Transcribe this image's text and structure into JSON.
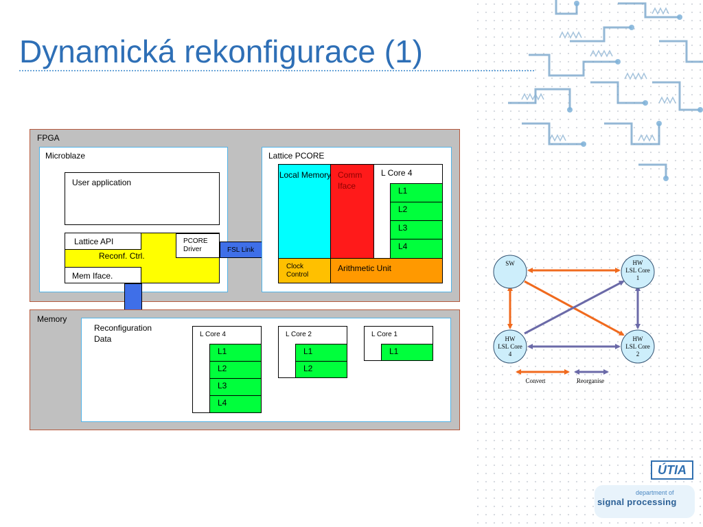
{
  "title": "Dynamická rekonfigurace (1)",
  "fpga": {
    "label": "FPGA",
    "microblaze": {
      "label": "Microblaze",
      "user_application": "User application",
      "lattice_api": "Lattice API",
      "reconf_ctrl": "Reconf. Ctrl.",
      "mem_iface": "Mem Iface.",
      "pcore_driver": "PCORE Driver"
    },
    "fsl_link": "FSL Link",
    "lattice_pcore": {
      "label": "Lattice PCORE",
      "local_memory": "Local Memory",
      "comm_iface": "Comm Iface",
      "l_core_label": "L Core 4",
      "layers": [
        "L1",
        "L2",
        "L3",
        "L4"
      ],
      "clock_control": "Clock Control",
      "arithmetic_unit": "Arithmetic Unit"
    }
  },
  "memory": {
    "label": "Memory",
    "reconfiguration_data": "Reconfiguration Data",
    "cores": [
      {
        "label": "L Core 4",
        "layers": [
          "L1",
          "L2",
          "L3",
          "L4"
        ]
      },
      {
        "label": "L Core 2",
        "layers": [
          "L1",
          "L2"
        ]
      },
      {
        "label": "L Core 1",
        "layers": [
          "L1"
        ]
      }
    ]
  },
  "graph": {
    "nodes": {
      "sw": "SW",
      "hw1": [
        "HW",
        "LSL Core",
        "1"
      ],
      "hw4": [
        "HW",
        "LSL Core",
        "4"
      ],
      "hw2": [
        "HW",
        "LSL Core",
        "2"
      ]
    },
    "legend": {
      "convert": "Convert",
      "reorganise": "Reorganise"
    },
    "colors": {
      "convert": "#f06a1e",
      "reorganise": "#6b6aa8",
      "node_fill": "#cdeefb"
    }
  },
  "logos": {
    "utia": "ÚTIA",
    "dsp_top": "department of",
    "dsp_bottom": "signal processing"
  }
}
